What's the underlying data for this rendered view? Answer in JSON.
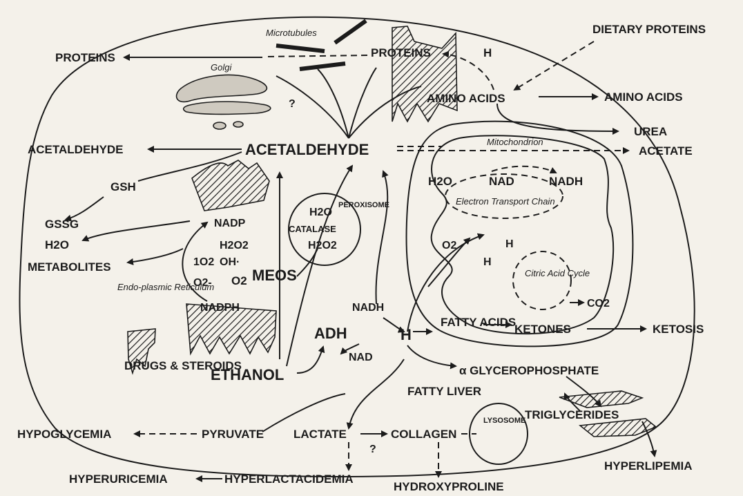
{
  "labels": {
    "dietary_proteins": "DIETARY PROTEINS",
    "proteins_out": "PROTEINS",
    "proteins_in": "PROTEINS",
    "h_top": "H",
    "microtubules": "Microtubules",
    "golgi": "Golgi",
    "question_golgi": "?",
    "amino_acids_in": "AMINO ACIDS",
    "amino_acids_out": "AMINO ACIDS",
    "urea": "UREA",
    "mitochondrion": "Mitochondrion",
    "acetaldehyde_out": "ACETALDEHYDE",
    "acetaldehyde_main": "ACETALDEHYDE",
    "acetate": "ACETATE",
    "gsh": "GSH",
    "gssg": "GSSG",
    "h2o_left": "H2O",
    "metabolites": "METABOLITES",
    "nadp": "NADP",
    "h2o2_er": "H2O2",
    "o2_singlet": "1O2",
    "oh_radical": "OH·",
    "superoxide": "O2-",
    "o2_meos": "O2",
    "meos": "MEOS",
    "nadph": "NADPH",
    "endoplasmic_reticulum": "Endo-plasmic Reticulum",
    "catalase": "CATALASE",
    "h2o_perox": "H2O",
    "h2o2_perox": "H2O2",
    "peroxisome": "PEROXISOME",
    "h2o_mito": "H2O",
    "nad_mito": "NAD",
    "nadh_mito": "NADH",
    "electron_transport_chain": "Electron Transport Chain",
    "o2_mito": "O2",
    "h_mito1": "H",
    "h_mito2": "H",
    "citric_acid_cycle": "Citric Acid Cycle",
    "co2": "CO2",
    "nadh_adh": "NADH",
    "adh": "ADH",
    "nad_adh": "NAD",
    "h_center": "H",
    "fatty_acids": "FATTY ACIDS",
    "ketones": "KETONES",
    "ketosis": "KETOSIS",
    "drugs_steroids": "DRUGS & STEROIDS",
    "ethanol": "ETHANOL",
    "alpha_glycerophosphate": "α GLYCEROPHOSPHATE",
    "fatty_liver": "FATTY LIVER",
    "triglycerides": "TRIGLYCERIDES",
    "lysosome": "LYSOSOME",
    "hypoglycemia": "HYPOGLYCEMIA",
    "pyruvate": "PYRUVATE",
    "lactate": "LACTATE",
    "question_lactate": "?",
    "collagen": "COLLAGEN",
    "hyperlipemia": "HYPERLIPEMIA",
    "hyperuricemia": "HYPERURICEMIA",
    "hyperlactacidemia": "HYPERLACTACIDEMIA",
    "hydroxyproline": "HYDROXYPROLINE"
  },
  "colors": {
    "ink": "#1b1b1b",
    "paper": "#f4f1ea"
  }
}
